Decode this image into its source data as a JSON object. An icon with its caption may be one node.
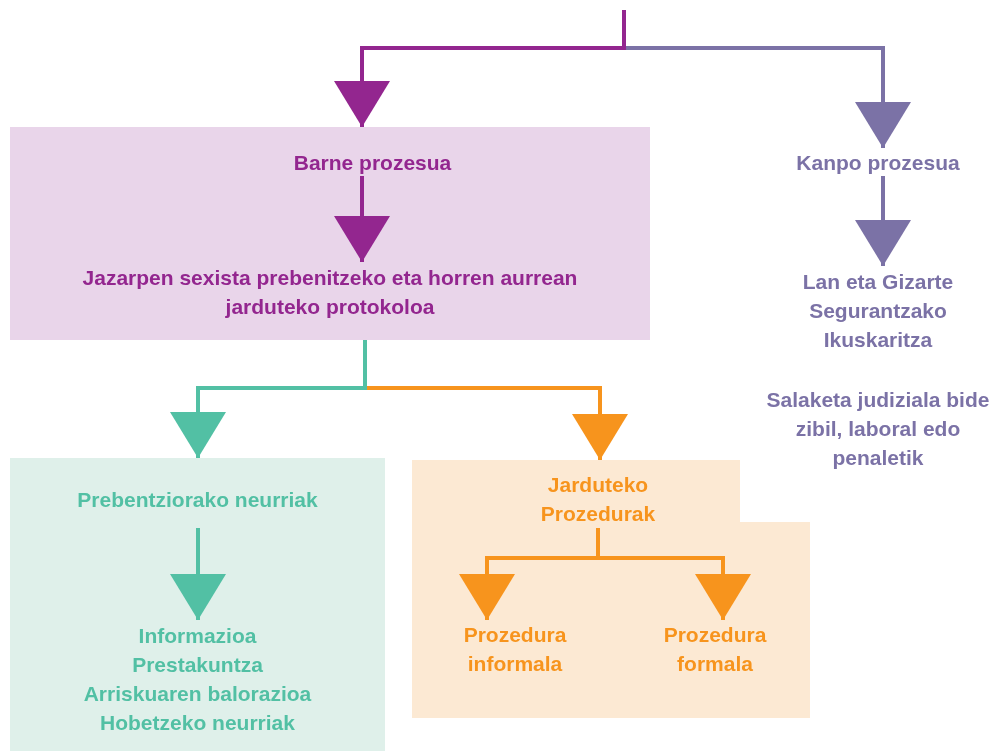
{
  "diagram": {
    "nodes": [
      {
        "text": [],
        "shape": "box"
      },
      {
        "text": [
          "Barne prozesua"
        ],
        "in": 0
      },
      {
        "text": [
          "Jazarpen sexista prebenitzeko eta horren aurrean jarduteko protokoloa"
        ],
        "in": 0
      },
      {
        "text": [
          "Kanpo prozesua"
        ]
      },
      {
        "text": [
          "Lan eta Gizarte Segurantzako Ikuskaritza"
        ]
      },
      {
        "text": [
          "Salaketa judiziala bide zibil, laboral edo penaletik"
        ]
      },
      {
        "text": [],
        "shape": "box"
      },
      {
        "text": [
          "Prebentziorako neurriak"
        ],
        "in": 6
      },
      {
        "text": [
          "Informazioa",
          "Prestakuntza",
          "Arriskuaren balorazioa",
          "Hobetzeko neurriak"
        ],
        "in": 6
      },
      {
        "text": [],
        "shape": "box"
      },
      {
        "text": [
          "Jarduteko Prozedurak"
        ],
        "in": 9
      },
      {
        "text": [
          "Prozedura informala"
        ],
        "in": 9
      },
      {
        "text": [
          "Prozedura formala"
        ],
        "in": 9
      }
    ],
    "edges": [
      {
        "from": null,
        "to": 0,
        "arrow": "to",
        "color": "#93268f"
      },
      {
        "from": null,
        "to": 3,
        "arrow": "to",
        "color": "#7b72a6"
      },
      {
        "from": 1,
        "to": 2,
        "arrow": "to",
        "color": "#93268f"
      },
      {
        "from": 0,
        "to": 6,
        "arrow": "to",
        "color": "#52c0a4"
      },
      {
        "from": 0,
        "to": 9,
        "arrow": "to",
        "color": "#f7941d"
      },
      {
        "from": 7,
        "to": 8,
        "arrow": "to",
        "color": "#52c0a4"
      },
      {
        "from": 10,
        "to": 11,
        "arrow": "to",
        "color": "#f7941d"
      },
      {
        "from": 10,
        "to": 12,
        "arrow": "to",
        "color": "#f7941d"
      },
      {
        "from": 3,
        "to": 4,
        "arrow": "to",
        "color": "#7b72a6"
      }
    ]
  }
}
